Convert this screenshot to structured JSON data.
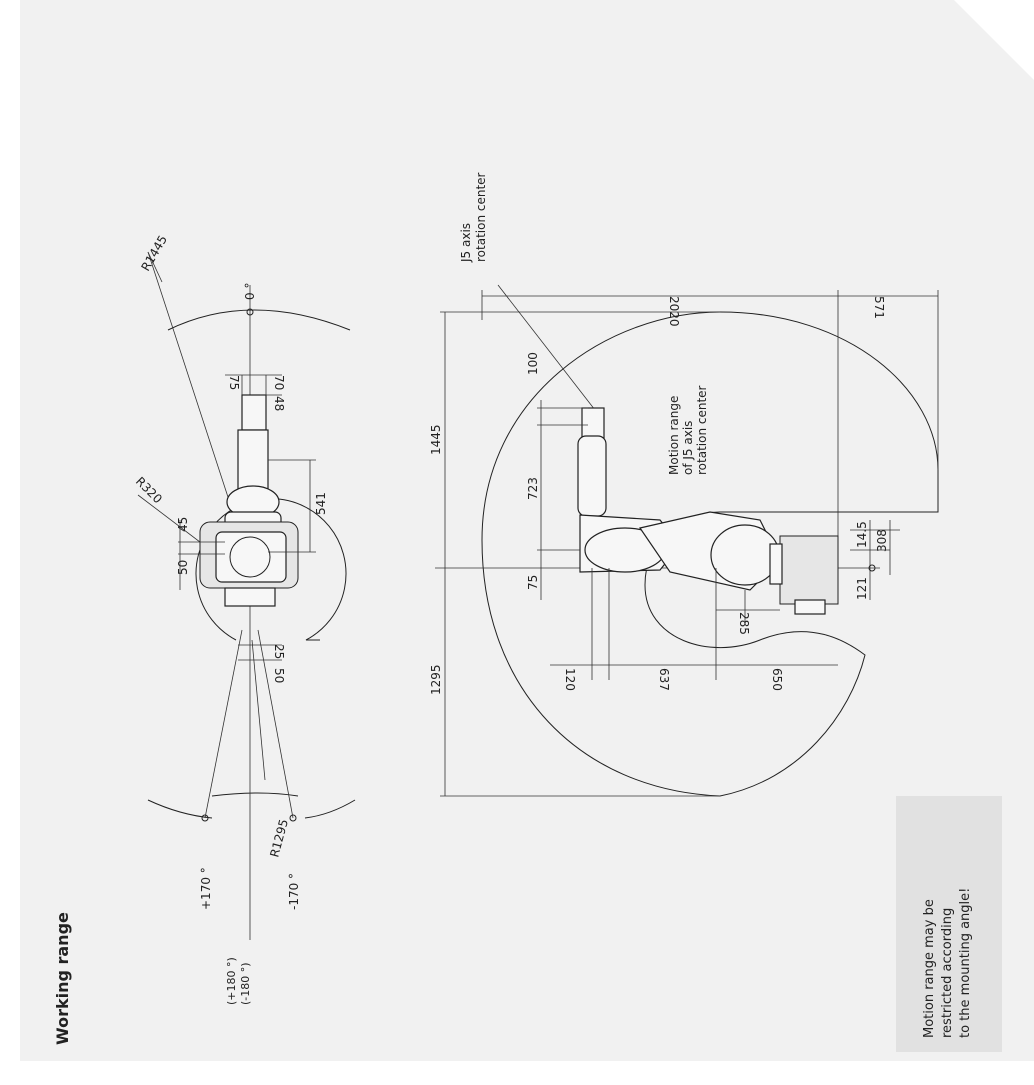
{
  "page": {
    "title": "Working range",
    "notice": [
      "Motion range may be",
      "restricted according",
      "to the mounting angle!"
    ]
  },
  "colors": {
    "sheet_bg": "#f1f1f1",
    "notice_bg": "#e1e1e1",
    "line": "#222222"
  },
  "top_view": {
    "angle_0": "0 °",
    "angle_plus170": "+170 °",
    "angle_minus170": "-170 °",
    "angle_plus180": "(+180 °)",
    "angle_minus180": "(-180 °)",
    "r1445": "R1445",
    "r1295": "R1295",
    "r320": "R320",
    "d75": "75",
    "d70": "70",
    "d48": "48",
    "d541": "541",
    "d45": "45",
    "d50_left": "50",
    "d25": "25",
    "d50_bottom": "50"
  },
  "side_view": {
    "j5_label": [
      "J5 axis",
      "rotation center"
    ],
    "motion_label": [
      "Motion range",
      "of J5 axis",
      "rotation center"
    ],
    "d2020": "2020",
    "d571": "571",
    "d1445": "1445",
    "d1295": "1295",
    "d100": "100",
    "d723": "723",
    "d75": "75",
    "d14_5": "14.5",
    "d308": "308",
    "d121": "121",
    "d285": "285",
    "d120": "120",
    "d637": "637",
    "d650": "650"
  }
}
